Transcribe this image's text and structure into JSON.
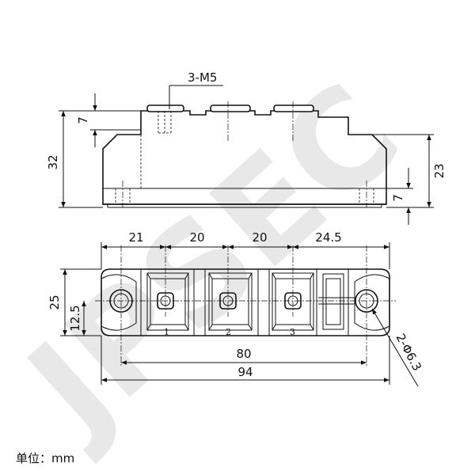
{
  "watermark": "JPSEC",
  "unit_note": "单位：mm",
  "side_view": {
    "thread_label": "3-M5",
    "dim_total_height": "32",
    "dim_top_step": "7",
    "dim_right_height": "23",
    "dim_bottom_step": "7"
  },
  "top_view": {
    "dim_spacing_1": "21",
    "dim_spacing_2": "20",
    "dim_spacing_3": "20",
    "dim_spacing_4": "24.5",
    "dim_height": "25",
    "dim_half_height": "12.5",
    "dim_hole_pitch": "80",
    "dim_total_length": "94",
    "hole_label": "2-Φ6.3",
    "terminal_labels": [
      "1",
      "2",
      "3"
    ]
  }
}
